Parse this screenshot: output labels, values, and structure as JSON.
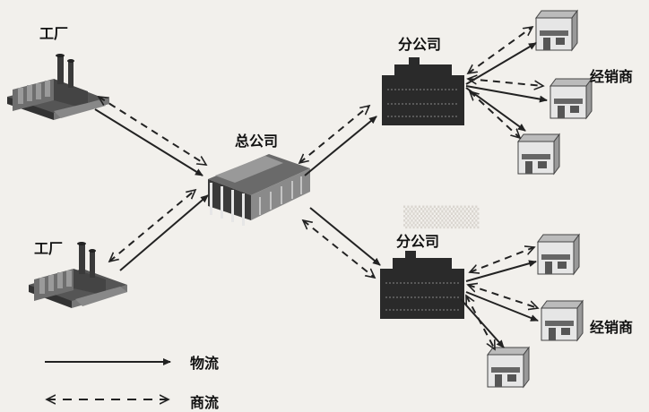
{
  "labels": {
    "factory_top": "工厂",
    "factory_bottom": "工厂",
    "headquarters": "总公司",
    "branch_top": "分公司",
    "branch_bottom": "分公司",
    "dealer_top": "经销商",
    "dealer_bottom": "经销商"
  },
  "legend": {
    "logistics": "物流",
    "commerce": "商流"
  }
}
